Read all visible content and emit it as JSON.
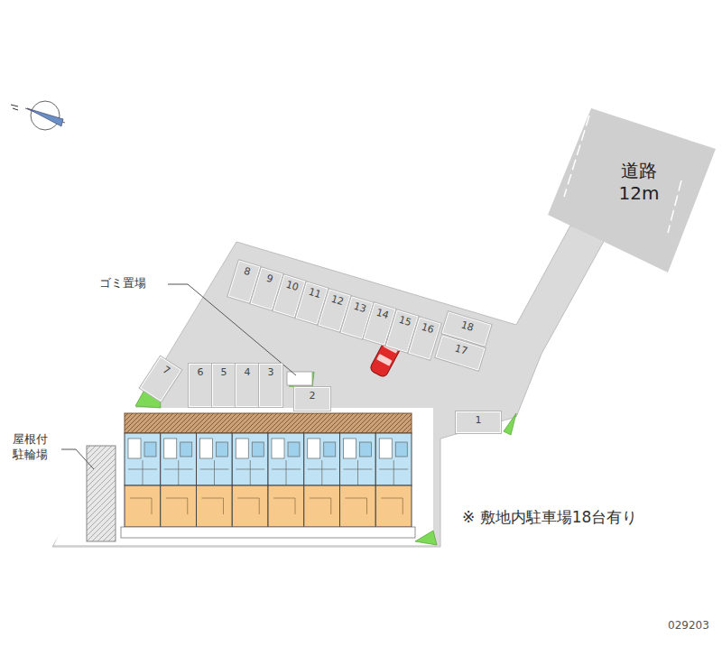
{
  "diagram": {
    "nodes": [
      {
        "text": [
          "道路 12m"
        ]
      },
      {
        "text": [
          "8"
        ]
      },
      {
        "text": [
          "9"
        ]
      },
      {
        "text": [
          "10"
        ]
      },
      {
        "text": [
          "11"
        ]
      },
      {
        "text": [
          "12"
        ]
      },
      {
        "text": [
          "13"
        ]
      },
      {
        "text": [
          "14"
        ]
      },
      {
        "text": [
          "15"
        ]
      },
      {
        "text": [
          "16"
        ]
      },
      {
        "text": [
          "18"
        ]
      },
      {
        "text": [
          "17"
        ]
      },
      {
        "text": [
          "7"
        ]
      },
      {
        "text": [
          "6"
        ]
      },
      {
        "text": [
          "5"
        ]
      },
      {
        "text": [
          "4"
        ]
      },
      {
        "text": [
          "3"
        ]
      },
      {
        "text": [
          "2"
        ]
      },
      {
        "text": [
          "1"
        ]
      }
    ],
    "labels": [
      "ゴミ置場",
      "屋根付 駐輪場",
      "※ 敷地内駐車場18台有り",
      "029203"
    ]
  }
}
